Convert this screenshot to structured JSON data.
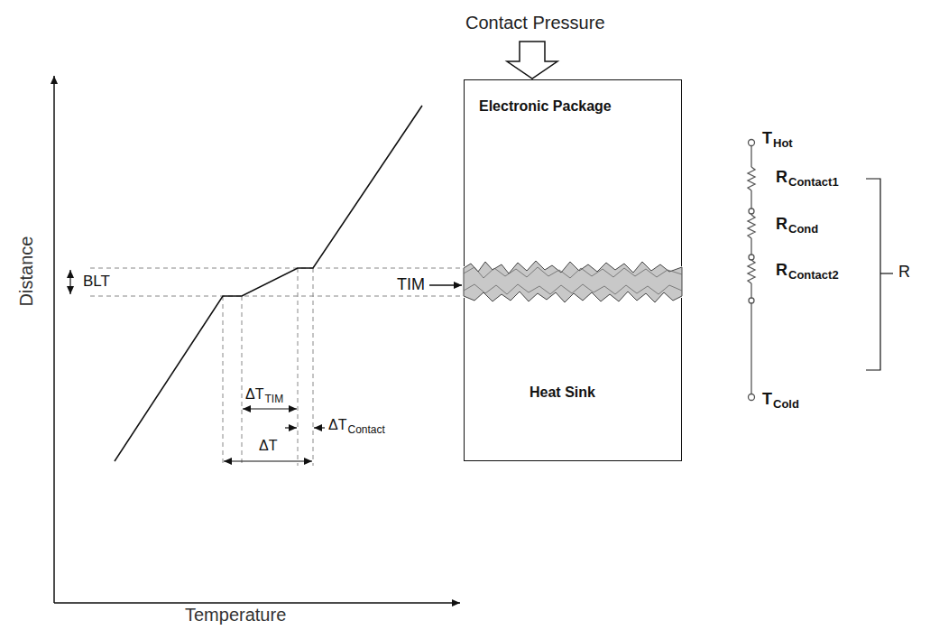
{
  "diagram": {
    "nodes": [
      {
        "text": [
          "Electronic Package"
        ]
      },
      {
        "text": [
          "Heat Sink"
        ]
      }
    ],
    "labels": [
      "Contact Pressure",
      "Distance",
      "Temperature",
      "BLT",
      "TIM",
      "ΔT",
      "TIM",
      "ΔT",
      "Contact",
      "ΔT",
      "T",
      "Hot",
      "R",
      "Contact1",
      "R",
      "Cond",
      "R",
      "Contact2",
      "T",
      "Cold",
      "R"
    ]
  }
}
